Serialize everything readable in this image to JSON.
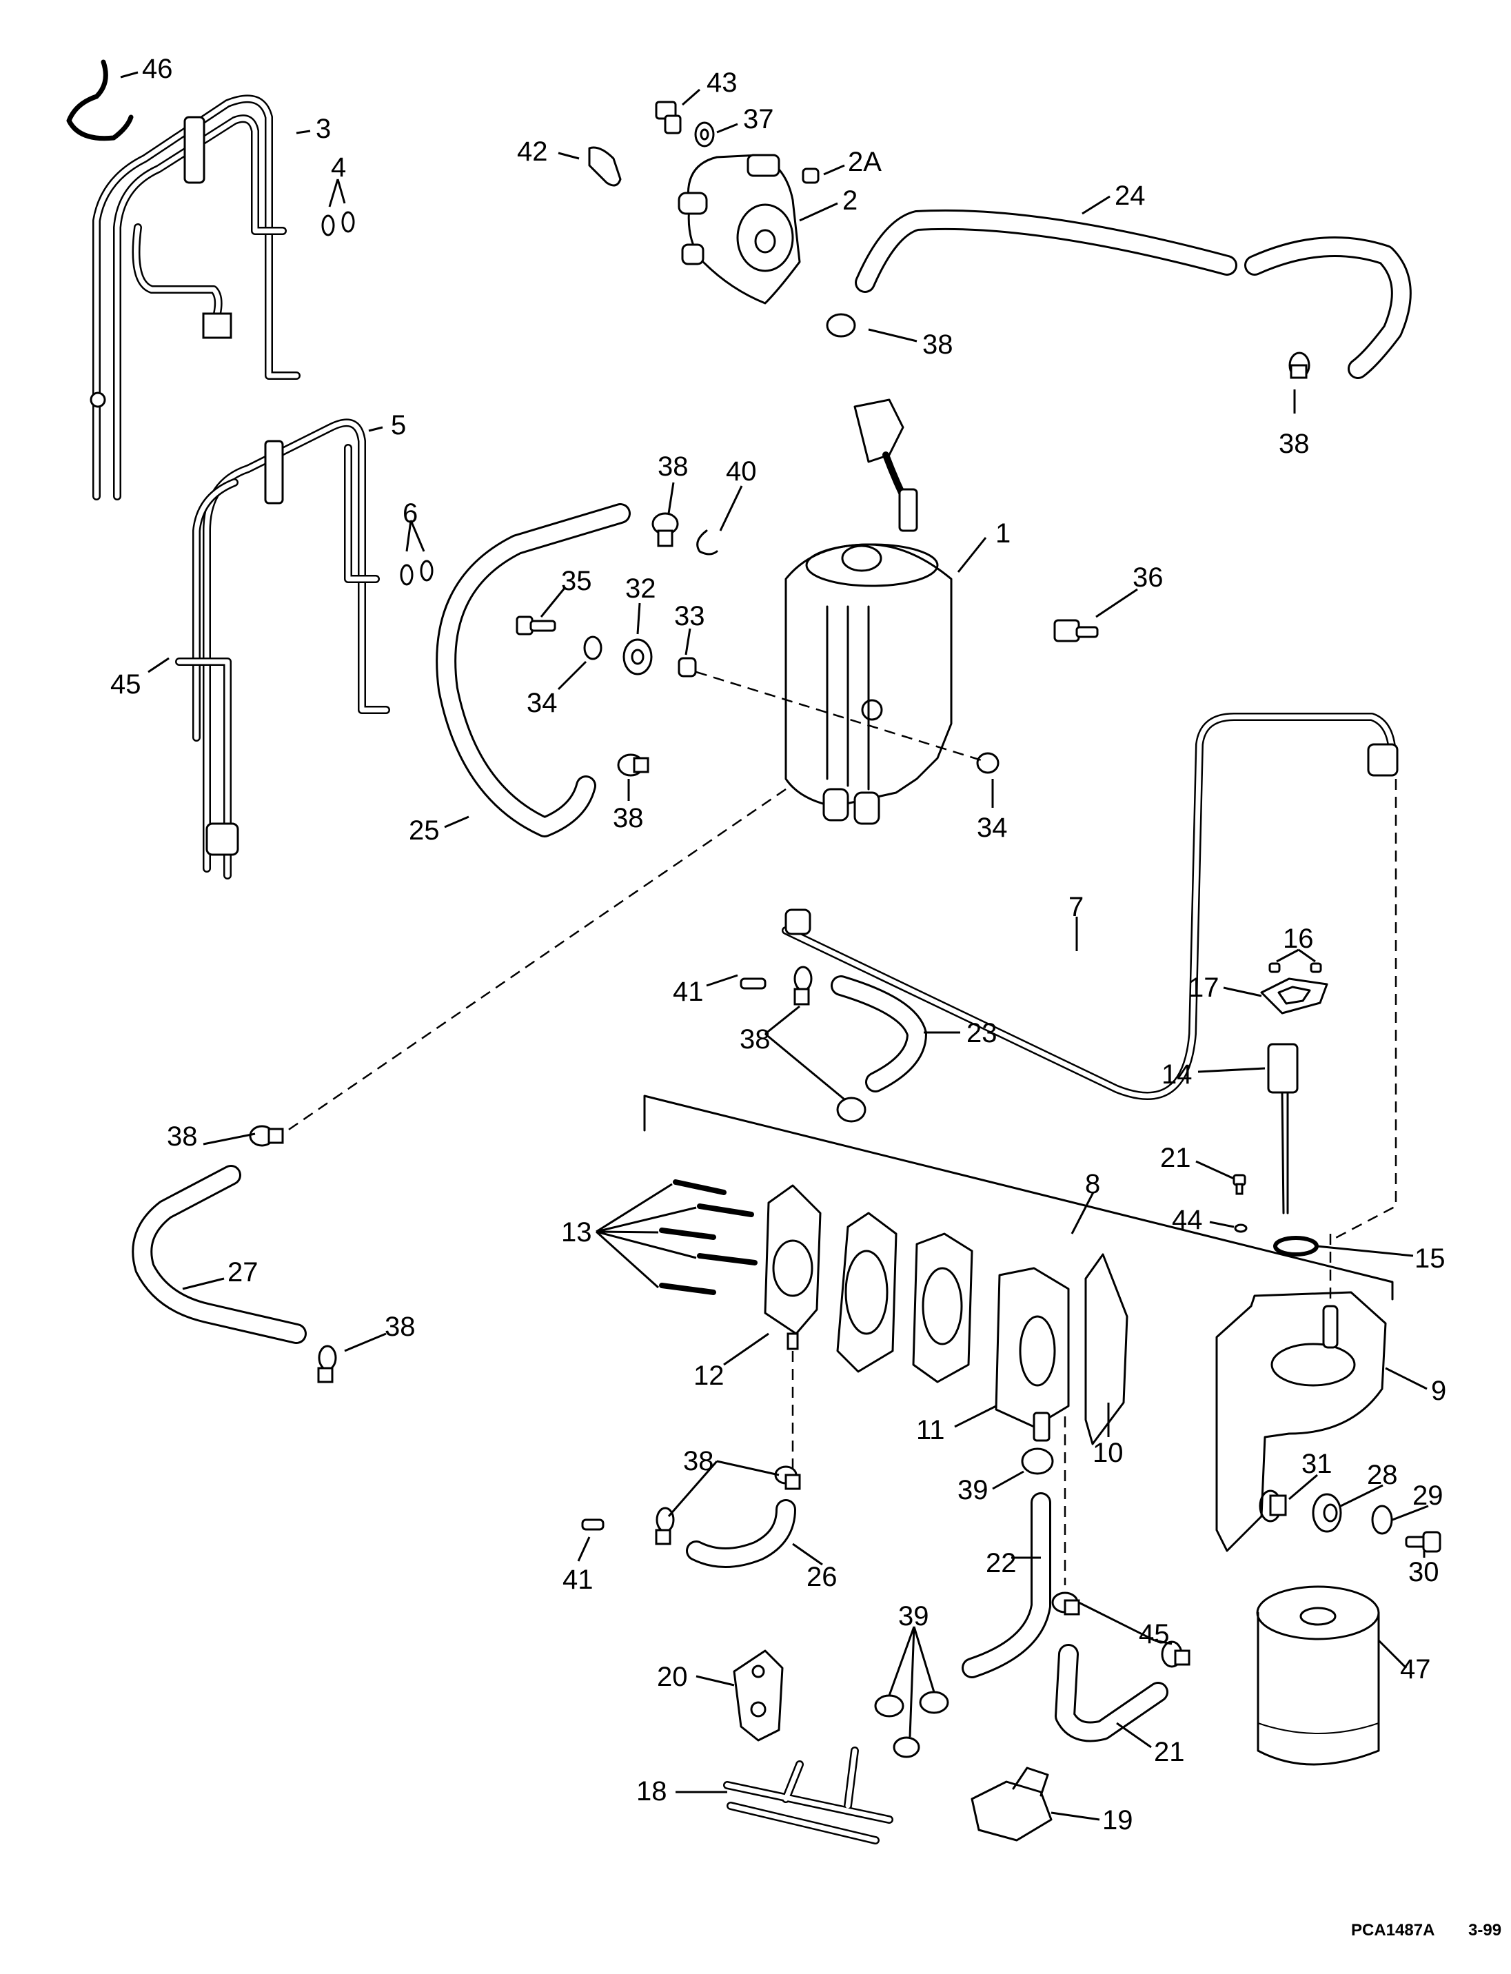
{
  "diagram": {
    "title": "",
    "figure_id": "PCA1487A",
    "figure_date": "3-99",
    "callouts": [
      {
        "label": "46",
        "part": "bracket"
      },
      {
        "label": "3",
        "part": "fuel-line-assembly-upper"
      },
      {
        "label": "4",
        "part": "o-rings-upper"
      },
      {
        "label": "43",
        "part": "screw"
      },
      {
        "label": "37",
        "part": "washer"
      },
      {
        "label": "42",
        "part": "clip"
      },
      {
        "label": "2A",
        "part": "plug"
      },
      {
        "label": "2",
        "part": "pressure-regulator"
      },
      {
        "label": "24",
        "part": "hose"
      },
      {
        "label": "38",
        "part": "hose-clamp"
      },
      {
        "label": "38",
        "part": "hose-clamp"
      },
      {
        "label": "5",
        "part": "fuel-line-assembly-lower"
      },
      {
        "label": "6",
        "part": "o-rings-lower"
      },
      {
        "label": "45",
        "part": "fitting"
      },
      {
        "label": "38",
        "part": "hose-clamp"
      },
      {
        "label": "40",
        "part": "retaining-ring"
      },
      {
        "label": "1",
        "part": "vapor-separator"
      },
      {
        "label": "36",
        "part": "sensor"
      },
      {
        "label": "35",
        "part": "bolt"
      },
      {
        "label": "32",
        "part": "grommet"
      },
      {
        "label": "33",
        "part": "bushing"
      },
      {
        "label": "34",
        "part": "washer"
      },
      {
        "label": "38",
        "part": "hose-clamp"
      },
      {
        "label": "25",
        "part": "hose"
      },
      {
        "label": "34",
        "part": "washer"
      },
      {
        "label": "7",
        "part": "fuel-line"
      },
      {
        "label": "16",
        "part": "screws"
      },
      {
        "label": "17",
        "part": "gasket"
      },
      {
        "label": "41",
        "part": "fitting"
      },
      {
        "label": "23",
        "part": "hose"
      },
      {
        "label": "38",
        "part": "hose-clamps"
      },
      {
        "label": "14",
        "part": "sensor"
      },
      {
        "label": "38",
        "part": "hose-clamp"
      },
      {
        "label": "21",
        "part": "screw"
      },
      {
        "label": "8",
        "part": "fuel-pump-assembly"
      },
      {
        "label": "44",
        "part": "washer"
      },
      {
        "label": "15",
        "part": "o-ring"
      },
      {
        "label": "13",
        "part": "screws"
      },
      {
        "label": "27",
        "part": "hose"
      },
      {
        "label": "38",
        "part": "hose-clamp"
      },
      {
        "label": "12",
        "part": "pump-cover"
      },
      {
        "label": "9",
        "part": "filter-bracket"
      },
      {
        "label": "11",
        "part": "pump-body"
      },
      {
        "label": "10",
        "part": "gasket"
      },
      {
        "label": "38",
        "part": "hose-clamps"
      },
      {
        "label": "39",
        "part": "clamp"
      },
      {
        "label": "31",
        "part": "bushing"
      },
      {
        "label": "28",
        "part": "grommet"
      },
      {
        "label": "29",
        "part": "washer"
      },
      {
        "label": "30",
        "part": "bolt"
      },
      {
        "label": "41",
        "part": "fitting"
      },
      {
        "label": "26",
        "part": "hose"
      },
      {
        "label": "22",
        "part": "hose"
      },
      {
        "label": "39",
        "part": "clamps"
      },
      {
        "label": "45",
        "part": "clamps"
      },
      {
        "label": "20",
        "part": "retainer"
      },
      {
        "label": "47",
        "part": "fuel-filter"
      },
      {
        "label": "21",
        "part": "hose"
      },
      {
        "label": "18",
        "part": "hose-assembly"
      },
      {
        "label": "19",
        "part": "check-valve"
      }
    ]
  }
}
